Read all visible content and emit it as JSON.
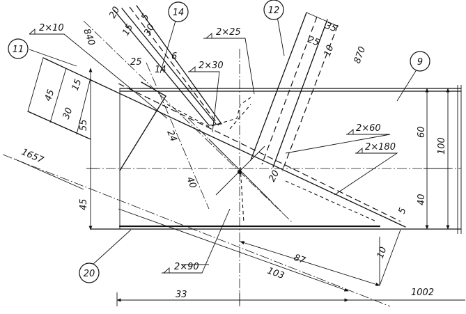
{
  "callouts": {
    "p11": "11",
    "p14": "14",
    "p12": "12",
    "p9": "9",
    "p20": "20"
  },
  "welds": {
    "w_2x10": "2×10",
    "w_2x25": "2×25",
    "w_2x30": "2×30",
    "w_2x60": "2×60",
    "w_2x180": "2×180",
    "w_2x90": "2×90"
  },
  "dims": {
    "d840": "840",
    "d20": "20",
    "d5_top": "5",
    "d15_top": "15",
    "d30_top": "30",
    "d25_left": "25",
    "d14": "14",
    "d6": "6",
    "d35": "35",
    "d25_right": "25",
    "d10_right": "10",
    "d870": "870",
    "d45_a": "45",
    "d15_a": "15",
    "d30_a": "30",
    "d55": "55",
    "d1657": "1657",
    "d45_b": "45",
    "d24": "24",
    "d40_diag": "40",
    "d20_mid": "20",
    "d60": "60",
    "d100": "100",
    "d40_right": "40",
    "d5_right": "5",
    "d10_bottom": "10",
    "d87": "87",
    "d103": "103",
    "d33": "33",
    "d1002": "1002"
  }
}
